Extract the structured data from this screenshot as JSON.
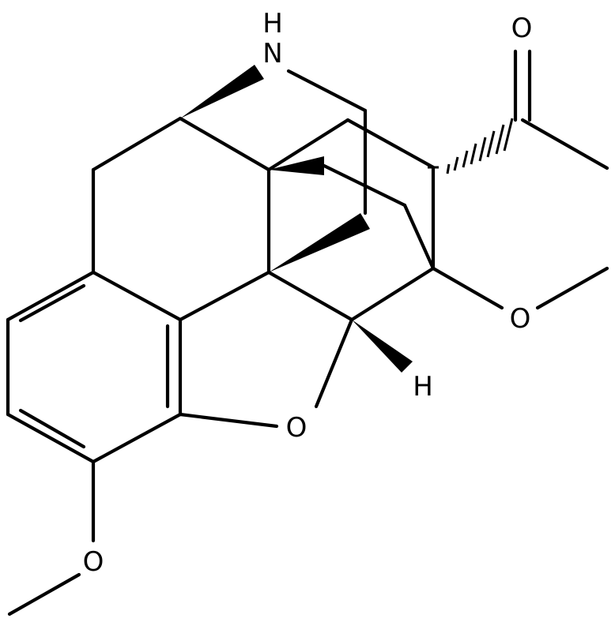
{
  "atoms": {
    "nh_n": "N",
    "nh_h": "H",
    "carbonyl_o": "O",
    "methoxy_o_right": "O",
    "ring_o": "O",
    "methoxy_o_bottom": "O",
    "stereo_h": "H"
  },
  "colors": {
    "bond": "#000000",
    "background": "#ffffff"
  }
}
